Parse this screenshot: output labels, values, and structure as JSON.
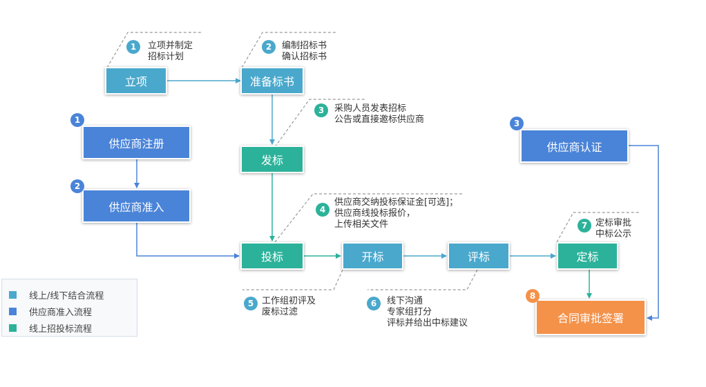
{
  "colors": {
    "online_offline": "#4aa8cc",
    "supplier_admission": "#4a84d8",
    "online_bidding": "#2cb29a",
    "contract": "#f4924a"
  },
  "nodes": {
    "lixiang": "立项",
    "zhunbei": "准备标书",
    "fabiao": "发标",
    "toubiao": "投标",
    "kaibiao": "开标",
    "pingbiao": "评标",
    "dingbiao": "定标",
    "hetong": "合同审批签署",
    "gys_zhuce": "供应商注册",
    "gys_zhunru": "供应商准入",
    "gys_renzheng": "供应商认证"
  },
  "badges": {
    "b1": "1",
    "b2": "2",
    "b3": "3",
    "b4": "4",
    "b5": "5",
    "b6": "6",
    "b7": "7",
    "b8": "8",
    "s1": "1",
    "s2": "2",
    "s3": "3"
  },
  "notes": {
    "n1": [
      "立项并制定",
      "招标计划"
    ],
    "n2": [
      "编制招标书",
      "确认招标书"
    ],
    "n3": [
      "采购人员发表招标",
      "公告或直接邀标供应商"
    ],
    "n4": [
      "供应商交纳投标保证金[可选]；",
      "供应商线投标报价，",
      "上传相关文件"
    ],
    "n5": [
      "工作组初评及",
      "废标过滤"
    ],
    "n6": [
      "线下沟通",
      "专家组打分",
      "评标并给出中标建议"
    ],
    "n7": [
      "定标审批",
      "中标公示"
    ]
  },
  "legend": {
    "items": [
      "线上/线下结合流程",
      "供应商准入流程",
      "线上招投标流程"
    ]
  }
}
